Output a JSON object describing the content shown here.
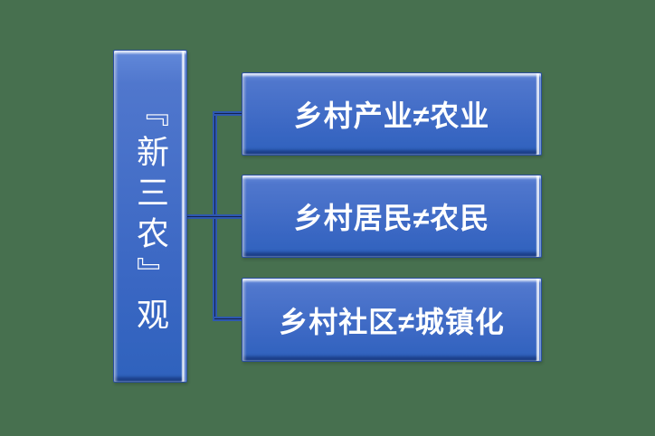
{
  "diagram": {
    "root_label": "『新三农』观",
    "branches": [
      {
        "label": "乡村产业≠农业"
      },
      {
        "label": "乡村居民≠农民"
      },
      {
        "label": "乡村社区≠城镇化"
      }
    ]
  },
  "colors": {
    "background": "#47704F",
    "box_fill_top": "#6289DA",
    "box_fill_bottom": "#2F62BD",
    "box_border": "#2A4F9F",
    "bevel_highlight": "#FFFFFF",
    "bevel_shadow": "#1F4496",
    "connector_blue": "#2E58B0",
    "connector_dark": "#16234D",
    "text": "#FFFFFF"
  }
}
